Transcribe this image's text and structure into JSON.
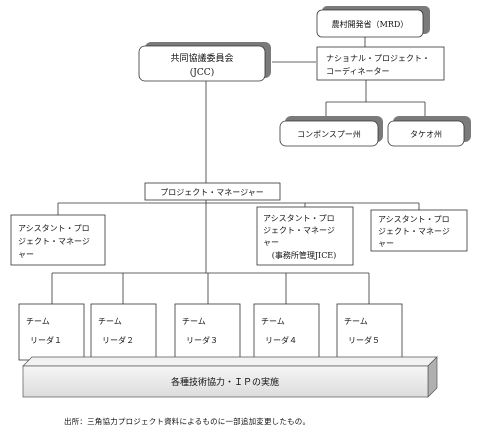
{
  "mrd": {
    "label": "農村開発省（MRD）"
  },
  "coordinator": {
    "line1": "ナショナル・プロジェクト・",
    "line2": "コーディネーター"
  },
  "jcc": {
    "line1": "共同協議委員会",
    "line2": "(JCC)"
  },
  "provinces": [
    {
      "label": "コンポンスプー州"
    },
    {
      "label": "タケオ州"
    }
  ],
  "project_manager": {
    "label": "プロジェクト・マネージャー"
  },
  "assistants": [
    {
      "line1": "アシスタント・プロ",
      "line2": "ジェクト・マネージ",
      "line3": "ャー",
      "line4": ""
    },
    {
      "line1": "アシスタント・プロ",
      "line2": "ジェクト・マネージ",
      "line3": "ャー",
      "line4": "(事務所管理JICE)"
    },
    {
      "line1": "アシスタント・プロ",
      "line2": "ジェクト・マネージ",
      "line3": "ャー",
      "line4": ""
    }
  ],
  "team_leaders": [
    {
      "line1": "チーム",
      "line2": "リーダ１"
    },
    {
      "line1": "チーム",
      "line2": "リーダ２"
    },
    {
      "line1": "チーム",
      "line2": "リーダ３"
    },
    {
      "line1": "チーム",
      "line2": "リーダ４"
    },
    {
      "line1": "チーム",
      "line2": "リーダ５"
    }
  ],
  "implementation_bar": {
    "label": "各種技術協力・ＩＰの実施"
  },
  "source_note": "出所：三角協力プロジェクト資料によるものに一部追加変更したもの。"
}
